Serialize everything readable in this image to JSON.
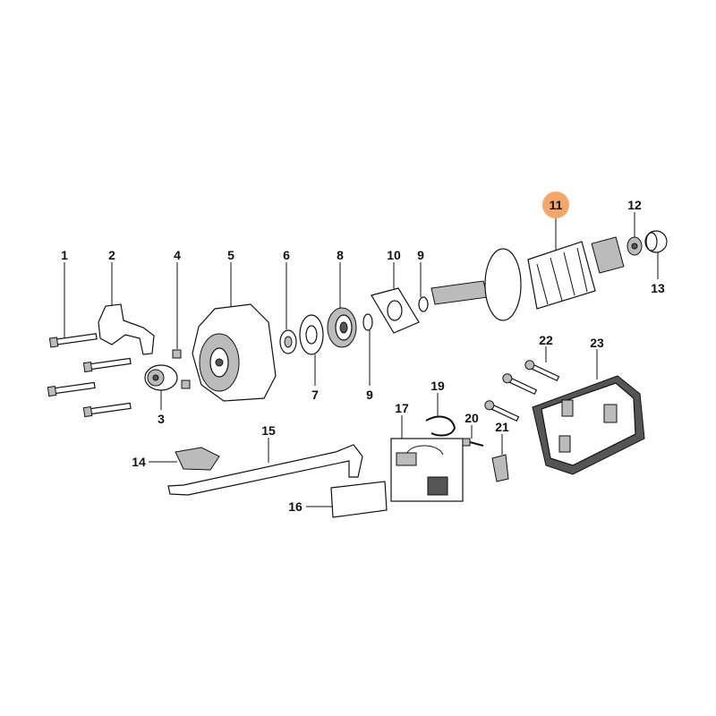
{
  "diagram": {
    "highlight_color": "#F5A66A",
    "highlighted_part": "11",
    "callouts": [
      "1",
      "2",
      "3",
      "4",
      "5",
      "6",
      "7",
      "8",
      "9",
      "10",
      "9",
      "11",
      "12",
      "13",
      "14",
      "15",
      "16",
      "17",
      "19",
      "20",
      "21",
      "22",
      "23"
    ]
  }
}
